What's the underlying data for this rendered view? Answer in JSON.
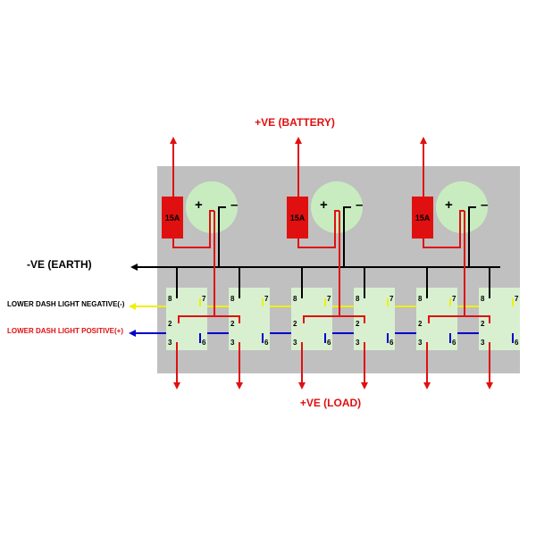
{
  "labels": {
    "battery": "+VE (BATTERY)",
    "earth": "-VE (EARTH)",
    "load": "+VE (LOAD)",
    "dash_negative": "LOWER DASH LIGHT NEGATIVE(-)",
    "dash_positive": "LOWER DASH LIGHT POSITIVE(+)"
  },
  "fuse_label": "15A",
  "plus_sign": "+",
  "minus_sign": "–",
  "pin_numbers": {
    "p8": "8",
    "p7": "7",
    "p2": "2",
    "p3": "3",
    "p6": "6"
  },
  "colors": {
    "panel": "#c0c0c0",
    "fuse": "#e01010",
    "positive_wire": "#e01010",
    "earth_wire": "#000000",
    "dash_negative_wire": "#f0f000",
    "dash_positive_wire": "#0000cc",
    "switch_body": "#d8f0d0",
    "socket_circle": "#c8ecc0",
    "label_red": "#e01010"
  }
}
